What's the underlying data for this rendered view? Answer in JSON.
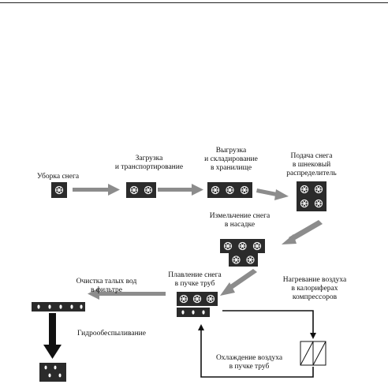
{
  "steps": {
    "snow_removal": "Уборка снега",
    "loading_line1": "Загрузка",
    "loading_line2": "и транспортирование",
    "unloading_line1": "Выгрузка",
    "unloading_line2": "и складирование",
    "unloading_line3": "в хранилище",
    "feed_line1": "Подача снега",
    "feed_line2": "в шнековый",
    "feed_line3": "распределитель",
    "grinding_line1": "Измельчение снега",
    "grinding_line2": "в насадке",
    "melting_line1": "Плавление снега",
    "melting_line2": "в пучке труб",
    "cleaning_line1": "Очистка талых вод",
    "cleaning_line2": "в фильтре",
    "dedusting": "Гидрообеспыливание",
    "heating_line1": "Нагревание воздуха",
    "heating_line2": "в калориферах",
    "heating_line3": "компрессоров",
    "cooling_line1": "Охлаждение воздуха",
    "cooling_line2": "в пучке труб"
  },
  "colors": {
    "block": "#2b2b2b",
    "flow_arrow": "#8c8c8c",
    "loop_line": "#111111"
  }
}
